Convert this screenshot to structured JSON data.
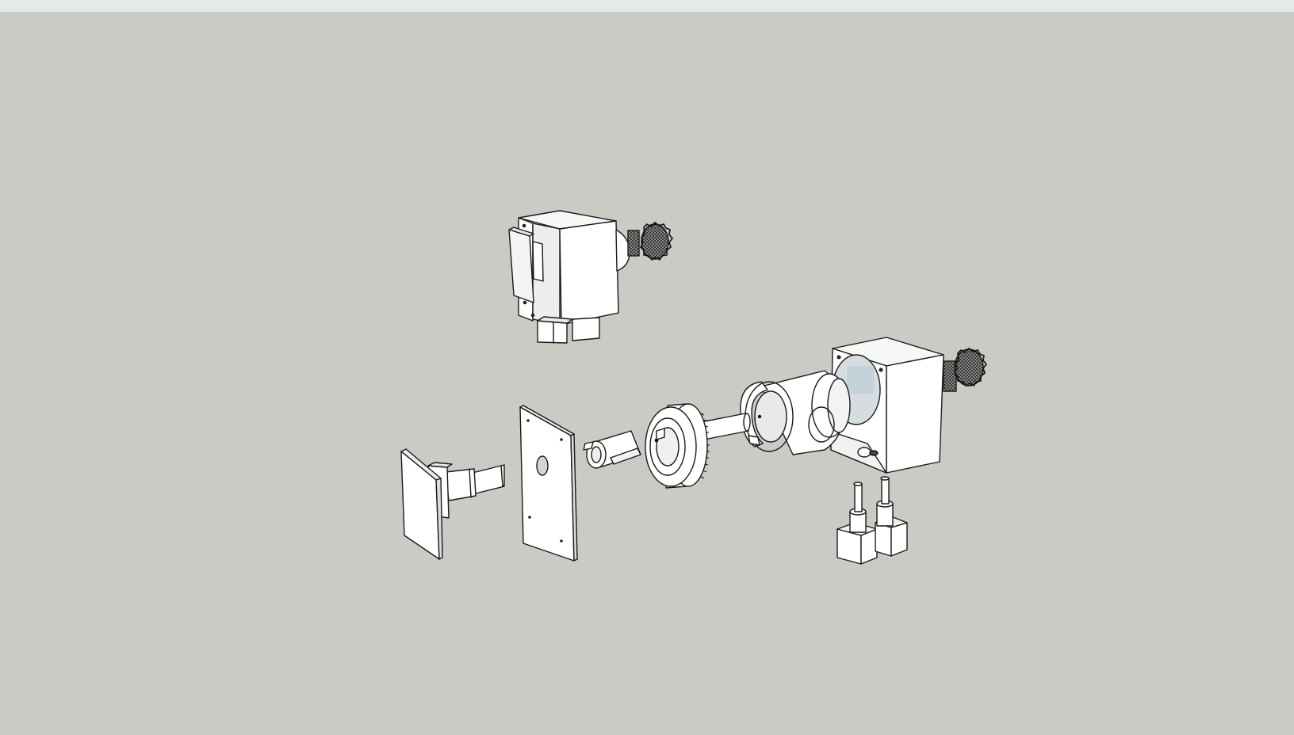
{
  "app": {
    "background_color": "#cbcbc6",
    "topbar_color": "#e6e9e9"
  },
  "model": {
    "style": "hidden-line white faces, black edges",
    "parts": [
      "upper-housing-assembly",
      "upper-knurled-knob",
      "right-housing-assembly",
      "right-knurled-knob",
      "mounting-plate-with-shaft",
      "flange-plate",
      "key-bushing",
      "graduated-collar",
      "split-clamp-sleeve",
      "guide-pins"
    ]
  }
}
